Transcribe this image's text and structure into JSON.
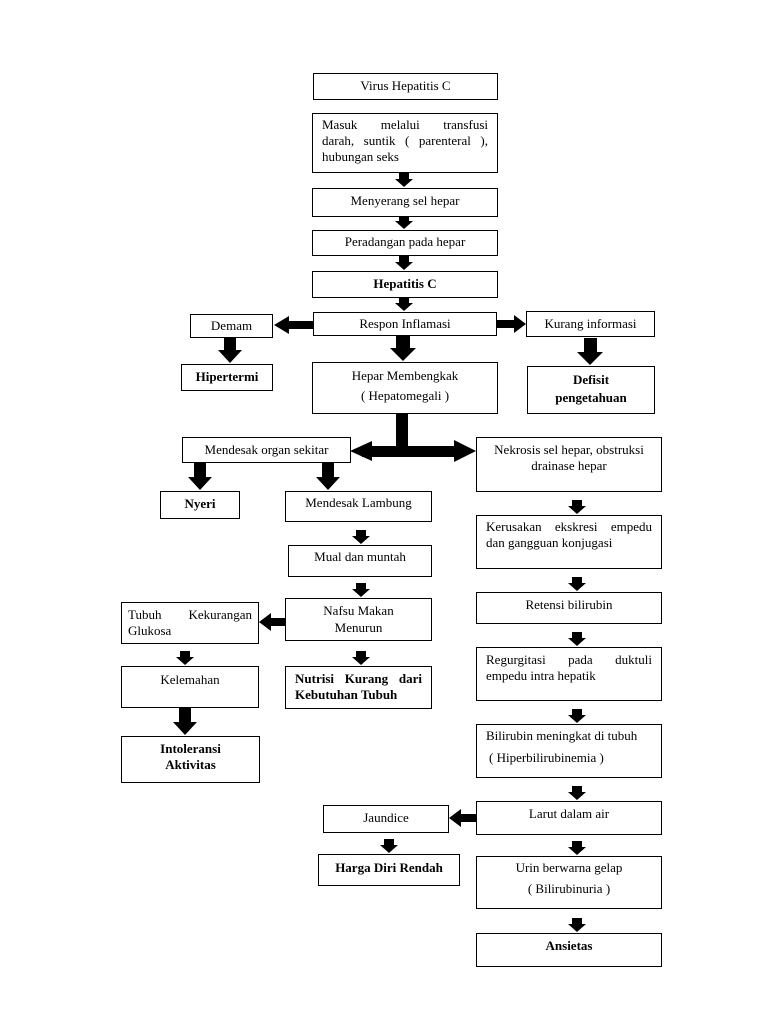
{
  "nodes": {
    "virus": "Virus Hepatitis C",
    "masuk_1": "Masuk melalui transfusi",
    "masuk_2": "darah, suntik ( parenteral ),",
    "masuk_3": "hubungan seks",
    "menyerang": "Menyerang sel hepar",
    "peradangan": "Peradangan pada hepar",
    "hepatitis_c": "Hepatitis C",
    "respon": "Respon Inflamasi",
    "demam": "Demam",
    "hipertermi": "Hipertermi",
    "kurang_info": "Kurang informasi",
    "defisit_1": "Defisit",
    "defisit_2": "pengetahuan",
    "hepar_1": "Hepar Membengkak",
    "hepar_2": "( Hepatomegali )",
    "mendesak_organ": "Mendesak organ sekitar",
    "nyeri": "Nyeri",
    "mendesak_lambung": "Mendesak Lambung",
    "mual": "Mual dan muntah",
    "nafsu_1": "Nafsu Makan",
    "nafsu_2": "Menurun",
    "tubuh_1": "Tubuh Kekurangan",
    "tubuh_2": "Glukosa",
    "kelemahan": "Kelemahan",
    "intoleransi_1": "Intoleransi",
    "intoleransi_2": "Aktivitas",
    "nutrisi_1": "Nutrisi Kurang dari",
    "nutrisi_2": "Kebutuhan Tubuh",
    "nekrosis_1": "Nekrosis sel hepar, obstruksi",
    "nekrosis_2": "drainase hepar",
    "kerusakan_1": "Kerusakan ekskresi empedu",
    "kerusakan_2": "dan gangguan konjugasi",
    "retensi": "Retensi bilirubin",
    "regurgitasi_1": "Regurgitasi pada duktuli",
    "regurgitasi_2": "empedu intra hepatik",
    "bilirubin_1": "Bilirubin meningkat di tubuh",
    "bilirubin_2": "( Hiperbilirubinemia )",
    "larut": "Larut dalam air",
    "jaundice": "Jaundice",
    "harga_diri": "Harga Diri Rendah",
    "urin_1": "Urin berwarna gelap",
    "urin_2": "( Bilirubinuria )",
    "ansietas": "Ansietas"
  }
}
